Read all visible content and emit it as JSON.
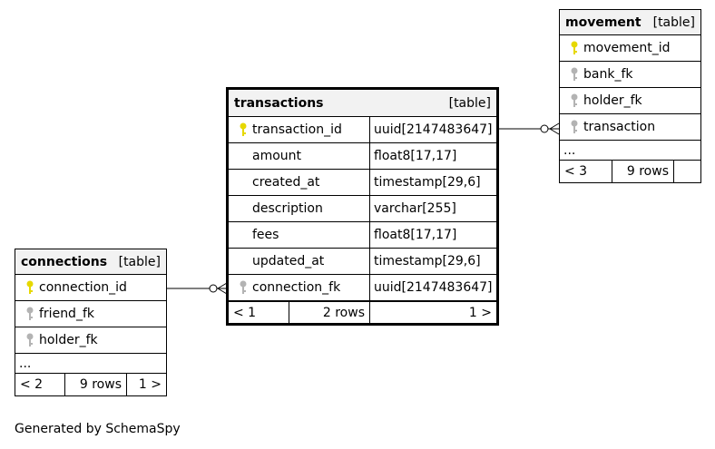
{
  "colors": {
    "primary_key": "#e6d800",
    "foreign_key": "#b3b3b3",
    "header_bg": "#f2f2f2"
  },
  "footer_note": "Generated by SchemaSpy",
  "tables": {
    "movement": {
      "name": "movement",
      "tag": "[table]",
      "columns": [
        {
          "name": "movement_id",
          "key": "primary"
        },
        {
          "name": "bank_fk",
          "key": "foreign"
        },
        {
          "name": "holder_fk",
          "key": "foreign"
        },
        {
          "name": "transaction",
          "key": "foreign"
        }
      ],
      "ellipsis": "...",
      "footer": {
        "left": "< 3",
        "mid": "9 rows",
        "right": ""
      }
    },
    "transactions": {
      "name": "transactions",
      "tag": "[table]",
      "columns": [
        {
          "name": "transaction_id",
          "type": "uuid[2147483647]",
          "key": "primary"
        },
        {
          "name": "amount",
          "type": "float8[17,17]",
          "key": "none"
        },
        {
          "name": "created_at",
          "type": "timestamp[29,6]",
          "key": "none"
        },
        {
          "name": "description",
          "type": "varchar[255]",
          "key": "none"
        },
        {
          "name": "fees",
          "type": "float8[17,17]",
          "key": "none"
        },
        {
          "name": "updated_at",
          "type": "timestamp[29,6]",
          "key": "none"
        },
        {
          "name": "connection_fk",
          "type": "uuid[2147483647]",
          "key": "foreign"
        }
      ],
      "footer": {
        "left": "< 1",
        "mid": "2 rows",
        "right": "1 >"
      }
    },
    "connections": {
      "name": "connections",
      "tag": "[table]",
      "columns": [
        {
          "name": "connection_id",
          "key": "primary"
        },
        {
          "name": "friend_fk",
          "key": "foreign"
        },
        {
          "name": "holder_fk",
          "key": "foreign"
        }
      ],
      "ellipsis": "...",
      "footer": {
        "left": "< 2",
        "mid": "9 rows",
        "right": "1 >"
      }
    }
  }
}
